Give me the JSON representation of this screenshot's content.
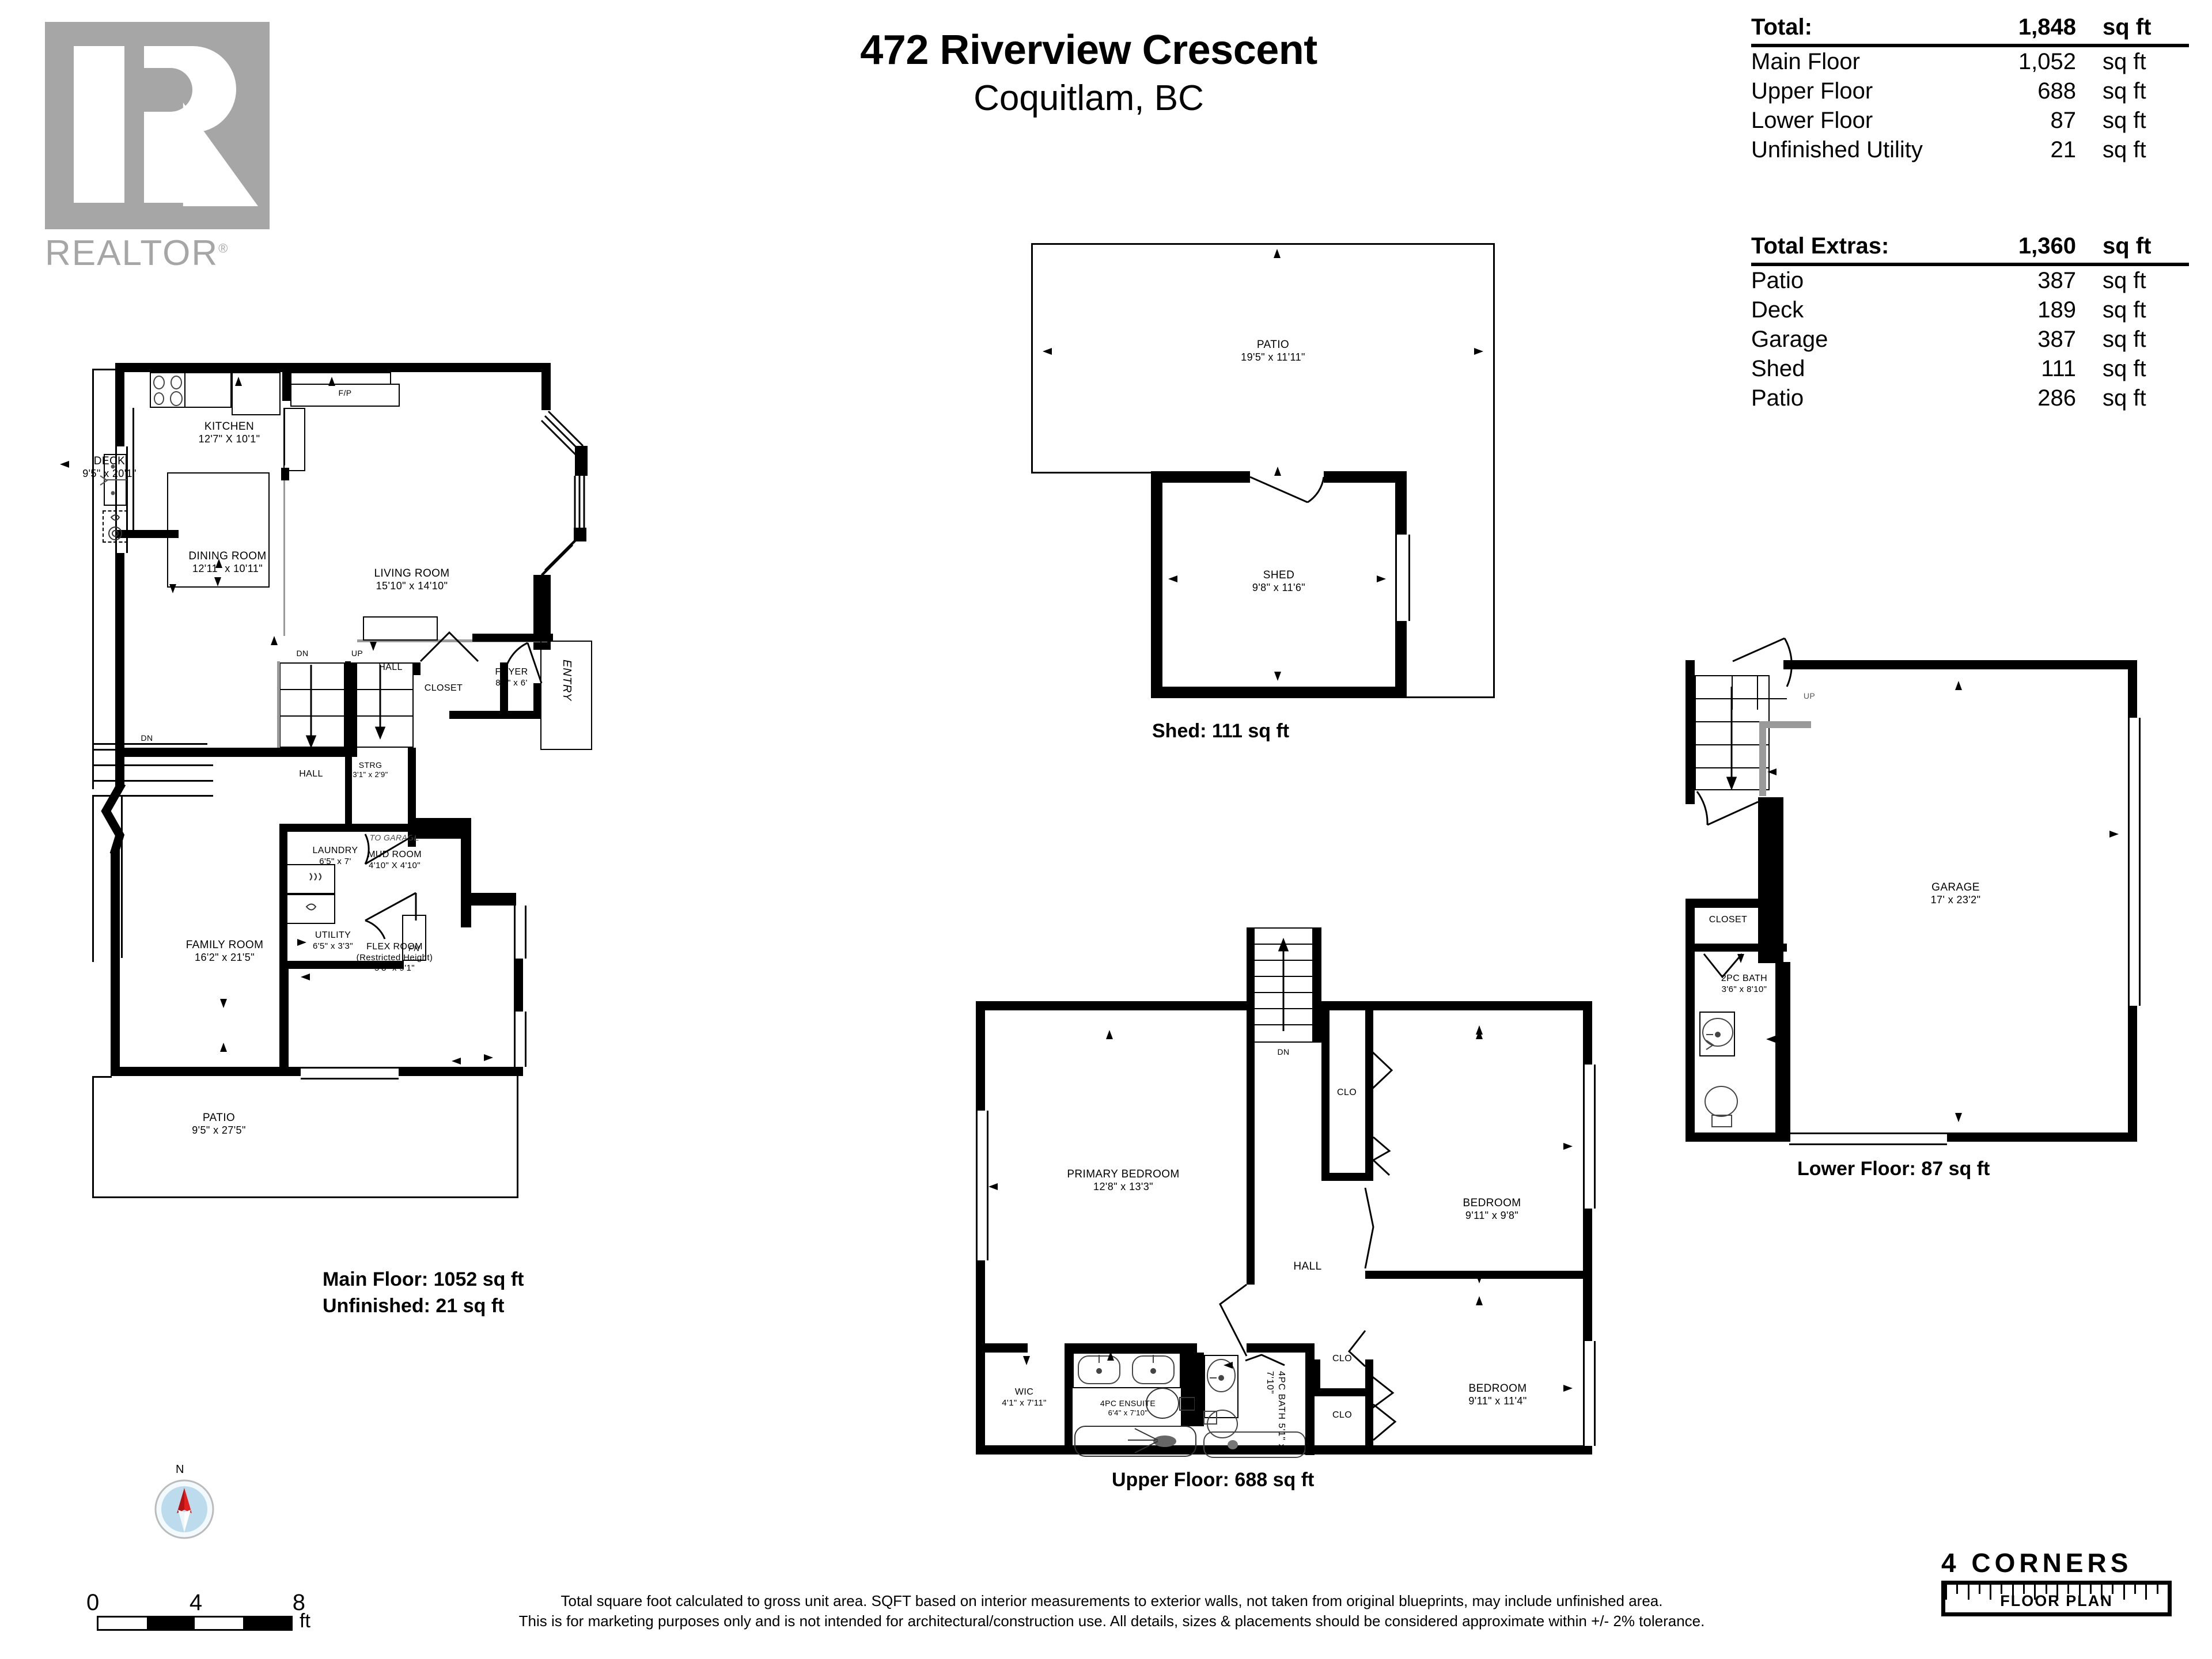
{
  "logo": {
    "brand": "REALTOR",
    "registered": "®"
  },
  "title": {
    "address": "472 Riverview Crescent",
    "city": "Coquitlam, BC"
  },
  "summary_area": {
    "head": {
      "label": "Total:",
      "value": "1,848",
      "unit": "sq ft"
    },
    "rows": [
      {
        "label": "Main Floor",
        "value": "1,052",
        "unit": "sq ft"
      },
      {
        "label": "Upper Floor",
        "value": "688",
        "unit": "sq ft"
      },
      {
        "label": "Lower Floor",
        "value": "87",
        "unit": "sq ft"
      },
      {
        "label": "Unfinished Utility",
        "value": "21",
        "unit": "sq ft"
      }
    ]
  },
  "summary_extras": {
    "head": {
      "label": "Total Extras:",
      "value": "1,360",
      "unit": "sq ft"
    },
    "rows": [
      {
        "label": "Patio",
        "value": "387",
        "unit": "sq ft"
      },
      {
        "label": "Deck",
        "value": "189",
        "unit": "sq ft"
      },
      {
        "label": "Garage",
        "value": "387",
        "unit": "sq ft"
      },
      {
        "label": "Shed",
        "value": "111",
        "unit": "sq ft"
      },
      {
        "label": "Patio",
        "value": "286",
        "unit": "sq ft"
      }
    ]
  },
  "main_floor": {
    "caption_line1": "Main Floor: 1052 sq ft",
    "caption_line2": "Unfinished: 21 sq ft",
    "rooms": [
      {
        "name": "KITCHEN",
        "dims": "12'7\" X 10'1\""
      },
      {
        "name": "LIVING ROOM",
        "dims": "15'10\" x 14'10\""
      },
      {
        "name": "DINING ROOM",
        "dims": "12'11\" x 10'11\""
      },
      {
        "name": "DECK",
        "dims": "9'5\" x 20'1\""
      },
      {
        "name": "FOYER",
        "dims": "8'8\" x 6'"
      },
      {
        "name": "STRG",
        "dims": "3'1\" x 2'9\""
      },
      {
        "name": "LAUNDRY",
        "dims": "6'5\" x 7'"
      },
      {
        "name": "MUD ROOM",
        "dims": "4'10\" X 4'10\""
      },
      {
        "name": "UTILITY",
        "dims": "6'5\" x 3'3\""
      },
      {
        "name": "FAMILY ROOM",
        "dims": "16'2\" x 21'5\""
      },
      {
        "name": "FLEX ROOM",
        "dims": "5'8\" x 9'1\"",
        "note": "(Restricted Height)"
      },
      {
        "name": "PATIO",
        "dims": "9'5\" x 27'5\""
      }
    ],
    "markers": {
      "fp": "F/P",
      "hall_upper": "HALL",
      "hall_lower": "HALL",
      "closet": "CLOSET",
      "entry": "ENTRY",
      "dn": "DN",
      "up": "UP",
      "dn_deck": "DN",
      "to_garage": "TO GARAGE",
      "fn": "FN"
    }
  },
  "shed_block": {
    "caption": "Shed: 111 sq ft",
    "rooms": [
      {
        "name": "PATIO",
        "dims": "19'5\" x 11'11\""
      },
      {
        "name": "SHED",
        "dims": "9'8\" x 11'6\""
      }
    ]
  },
  "upper_floor": {
    "caption": "Upper Floor: 688 sq ft",
    "rooms": [
      {
        "name": "PRIMARY BEDROOM",
        "dims": "12'8\" x 13'3\""
      },
      {
        "name": "BEDROOM",
        "dims": "9'11\" x 9'8\""
      },
      {
        "name": "BEDROOM",
        "dims": "9'11\" x 11'4\""
      },
      {
        "name": "WIC",
        "dims": "4'1\" x 7'11\""
      },
      {
        "name": "4PC ENSUITE",
        "dims": "6'4\" x 7'10\""
      },
      {
        "name": "4PC BATH",
        "dims": "5'1\" x 7'10\""
      }
    ],
    "markers": {
      "hall": "HALL",
      "dn": "DN",
      "clo1": "CLO",
      "clo2": "CLO",
      "clo3": "CLO"
    }
  },
  "lower_floor": {
    "caption": "Lower Floor: 87 sq ft",
    "rooms": [
      {
        "name": "GARAGE",
        "dims": "17' x 23'2\""
      },
      {
        "name": "2PC BATH",
        "dims": "3'6\" x 8'10\""
      }
    ],
    "markers": {
      "closet": "CLOSET",
      "up": "UP"
    }
  },
  "footer": {
    "disclaimer_line1": "Total square foot calculated to gross unit area. SQFT based on interior measurements to exterior walls, not taken from original blueprints, may include unfinished area.",
    "disclaimer_line2": "This is for marketing purposes only and is not intended for architectural/construction use.  All details, sizes & placements should be considered approximate within +/- 2%  tolerance.",
    "company": "4 CORNERS",
    "company_sub": "FLOOR PLAN",
    "compass_label": "N",
    "scale_ticks": [
      "0",
      "4",
      "8"
    ],
    "scale_unit": "ft"
  }
}
